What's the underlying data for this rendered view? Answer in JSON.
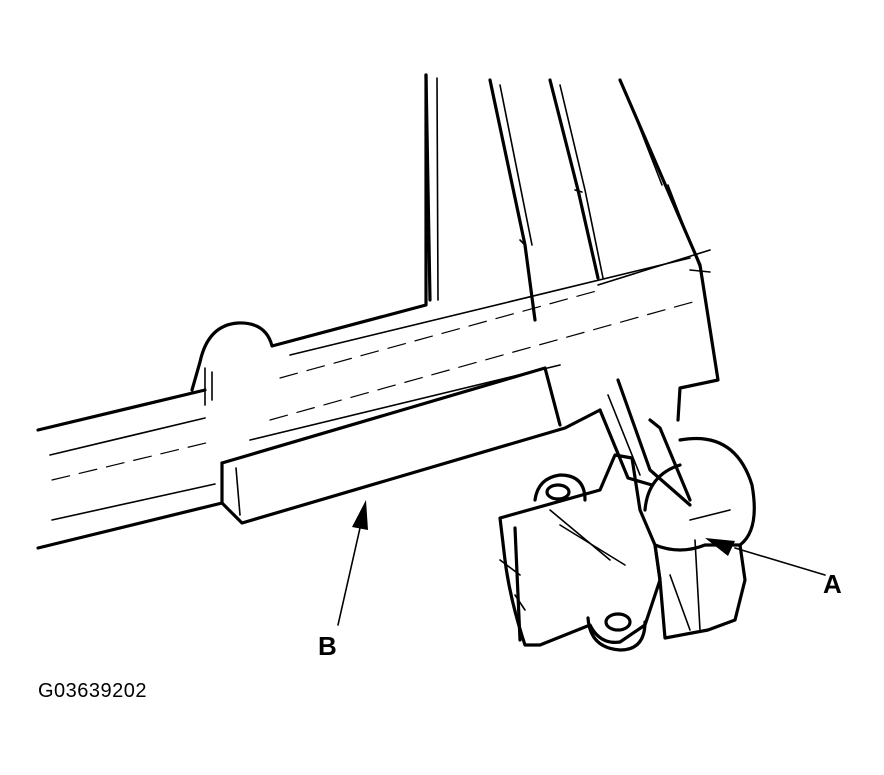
{
  "callouts": {
    "a": "A",
    "b": "B"
  },
  "figure_id": "G03639202"
}
